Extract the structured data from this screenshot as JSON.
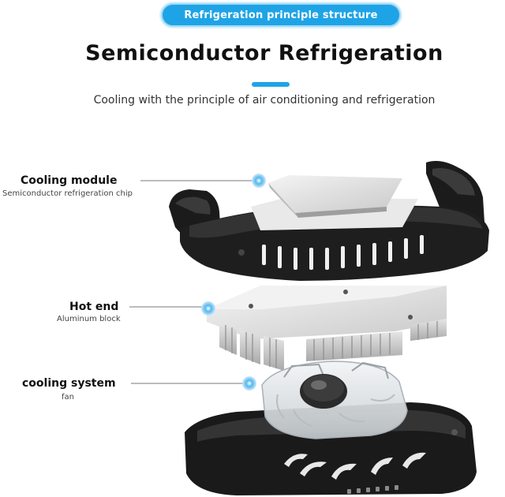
{
  "header": {
    "badge": "Refrigeration principle structure",
    "title": "Semiconductor Refrigeration",
    "subtitle": "Cooling with the principle of air conditioning and refrigeration"
  },
  "callouts": [
    {
      "title": "Cooling module",
      "subtitle": "Semiconductor refrigeration chip"
    },
    {
      "title": "Hot end",
      "subtitle": "Aluminum block"
    },
    {
      "title": "cooling system",
      "subtitle": "fan"
    }
  ],
  "colors": {
    "accent": "#1ea4e6",
    "housing": "#1b1b1b",
    "aluminum": "#d9d9d9"
  }
}
